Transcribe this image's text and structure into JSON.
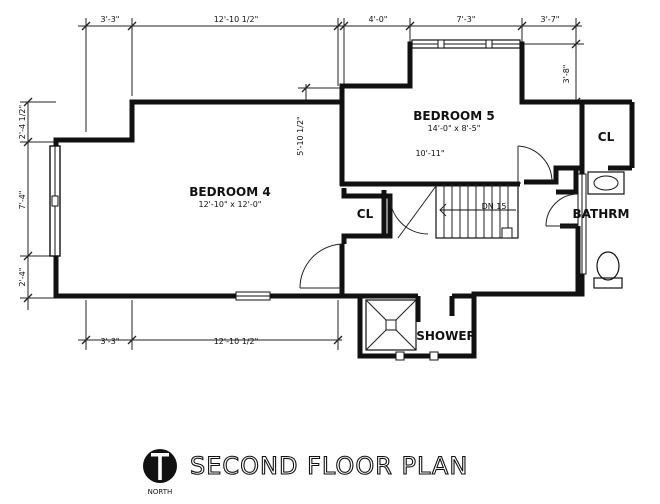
{
  "title": "SECOND FLOOR PLAN",
  "north_label": "NORTH",
  "rooms": {
    "bedroom4": {
      "name": "BEDROOM 4",
      "size": "12'-10\" x 12'-0\""
    },
    "bedroom5": {
      "name": "BEDROOM 5",
      "size": "14'-0\" x 8'-5\""
    },
    "closet_left": {
      "name": "CL"
    },
    "closet_right": {
      "name": "CL"
    },
    "bathroom": {
      "name": "BATHRM"
    },
    "shower": {
      "name": "SHOWER"
    }
  },
  "stairs": {
    "label": "DN 15"
  },
  "dimensions": {
    "top_a": "3'-3\"",
    "top_b": "12'-10 1/2\"",
    "top_c": "4'-0\"",
    "top_d": "7'-3\"",
    "top_e": "3'-7\"",
    "bottom_a": "3'-3\"",
    "bottom_b": "12'-10 1/2\"",
    "left_a": "2'-4 1/2\"",
    "left_b": "7'-4\"",
    "left_c": "2'-4\"",
    "inner_v": "5'-10 1/2\"",
    "inner_h": "10'-11\"",
    "right_v": "3'-8\""
  }
}
